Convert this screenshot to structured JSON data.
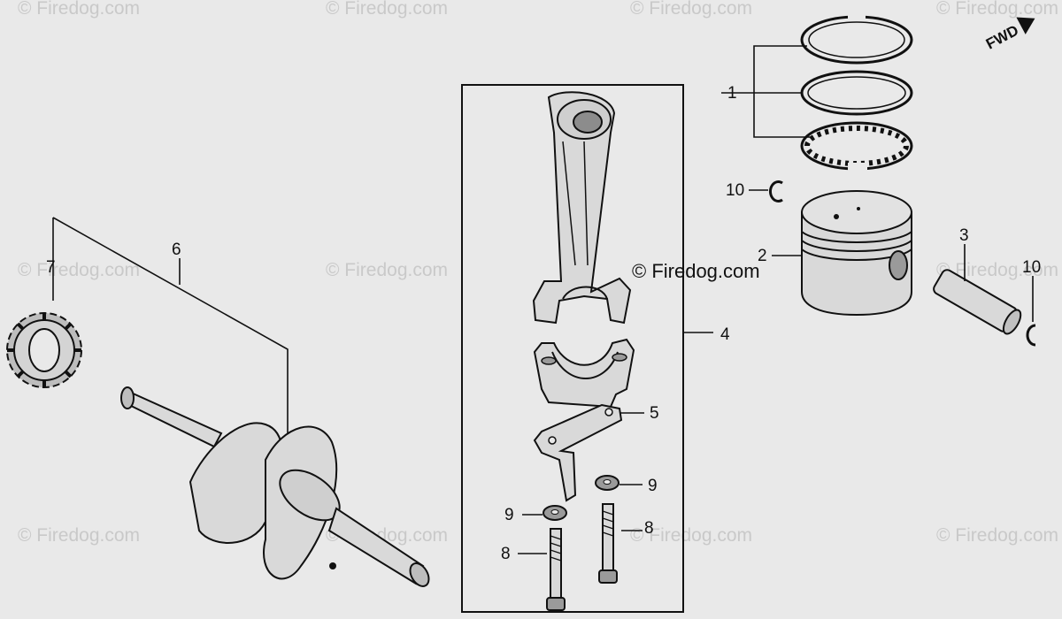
{
  "watermark_text": "© Firedog.com",
  "credit_text": "© Firedog.com",
  "direction_label": "FWD",
  "callouts": {
    "c1": "1",
    "c2": "2",
    "c3": "3",
    "c4": "4",
    "c5": "5",
    "c6": "6",
    "c7": "7",
    "c8a": "8",
    "c8b": "8",
    "c9a": "9",
    "c9b": "9",
    "c10a": "10",
    "c10b": "10"
  },
  "colors": {
    "background": "#e9e9e9",
    "ink": "#111111",
    "watermark": "#c9c9c9"
  }
}
